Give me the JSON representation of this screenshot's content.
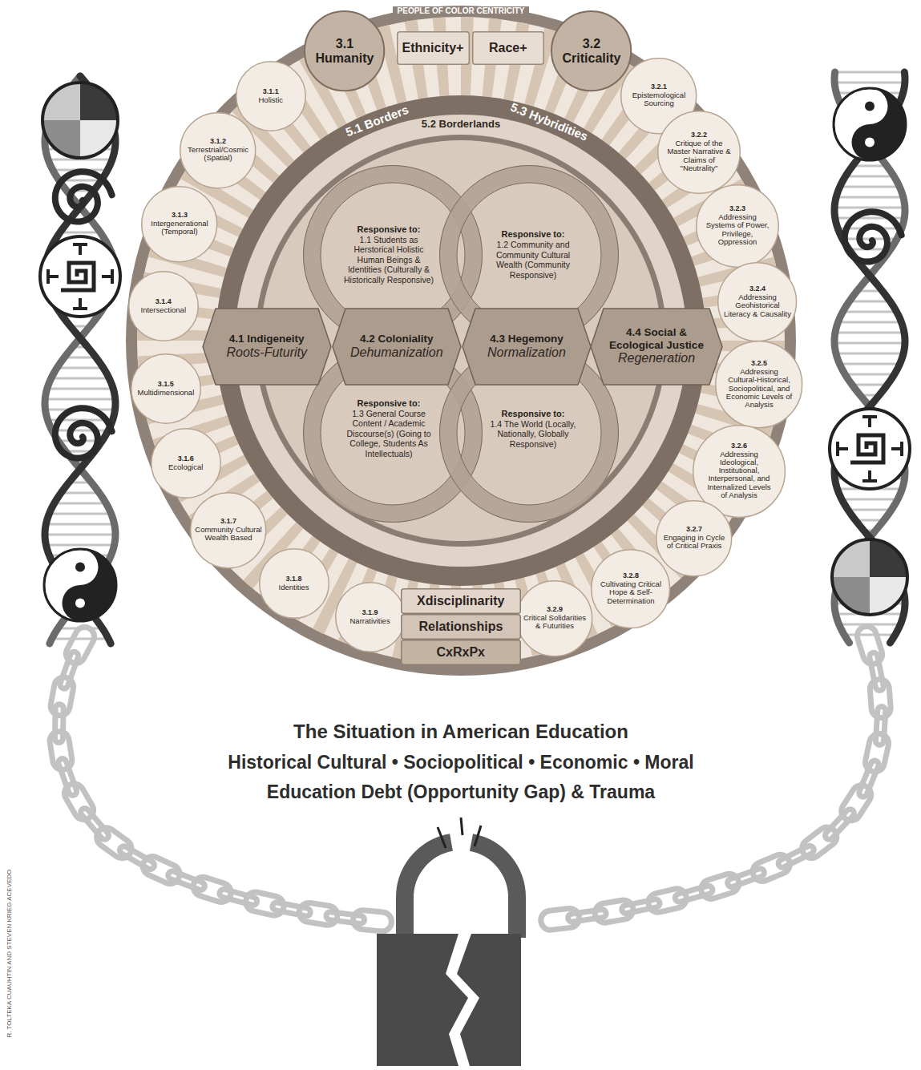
{
  "diagram": {
    "title": "The Situation in American Education",
    "nodes": [
      {
        "text": [
          "3.1 Humanity"
        ]
      },
      {
        "text": [
          "Ethnicity+"
        ]
      },
      {
        "text": [
          "Race+"
        ]
      },
      {
        "text": [
          "3.2 Criticality"
        ]
      },
      {
        "text": [
          "3.1.1",
          "Holistic"
        ]
      },
      {
        "text": [
          "3.1.2",
          "Terrestrial/Cosmic (Spatial)"
        ]
      },
      {
        "text": [
          "3.1.3",
          "Intergenerational (Temporal)"
        ]
      },
      {
        "text": [
          "3.1.4",
          "Intersectional"
        ]
      },
      {
        "text": [
          "3.1.5",
          "Multidimensional"
        ]
      },
      {
        "text": [
          "3.1.6",
          "Ecological"
        ]
      },
      {
        "text": [
          "3.1.7",
          "Community Cultural Wealth Based"
        ]
      },
      {
        "text": [
          "3.1.8",
          "Identities"
        ]
      },
      {
        "text": [
          "3.1.9",
          "Narrativities"
        ]
      },
      {
        "text": [
          "3.2.1",
          "Epistemological Sourcing"
        ]
      },
      {
        "text": [
          "3.2.2",
          "Critique of the Master Narrative & Claims of \"Neutrality\""
        ]
      },
      {
        "text": [
          "3.2.3",
          "Addressing Systems of Power, Privilege, Oppression"
        ]
      },
      {
        "text": [
          "3.2.4",
          "Addressing Geohistorical Literacy & Causality"
        ]
      },
      {
        "text": [
          "3.2.5",
          "Addressing Cultural-Historical, Sociopolitical, and Economic Levels of Analysis"
        ]
      },
      {
        "text": [
          "3.2.6",
          "Addressing Ideological, Institutional, Interpersonal, and Internalized Levels of Analysis"
        ]
      },
      {
        "text": [
          "3.2.7",
          "Engaging in Cycle of Critical Praxis"
        ]
      },
      {
        "text": [
          "3.2.8",
          "Cultivating Critical Hope & Self-Determination"
        ]
      },
      {
        "text": [
          "3.2.9",
          "Critical Solidarities & Futurities"
        ]
      },
      {
        "text": [
          "Responsive to:",
          "1.1 Students as Herstorical Holistic Human Beings & Identities (Culturally & Historically Responsive)"
        ]
      },
      {
        "text": [
          "Responsive to:",
          "1.2 Community and Community Cultural Wealth (Community Responsive)"
        ]
      },
      {
        "text": [
          "Responsive to:",
          "1.3 General Course Content / Academic Discourse(s) (Going to College, Students As Intellectuals)"
        ]
      },
      {
        "text": [
          "Responsive to:",
          "1.4 The World (Locally, Nationally, Globally Responsive)"
        ]
      },
      {
        "text": [
          "4.1 Indigeneity",
          "Roots-Futurity"
        ]
      },
      {
        "text": [
          "4.2 Coloniality",
          "Dehumanization"
        ]
      },
      {
        "text": [
          "4.3 Hegemony",
          "Normalization"
        ]
      },
      {
        "text": [
          "4.4 Social & Ecological Justice",
          "Regeneration"
        ]
      },
      {
        "text": [
          "Xdisciplinarity"
        ]
      },
      {
        "text": [
          "Relationships"
        ]
      },
      {
        "text": [
          "CxRxPx"
        ]
      }
    ],
    "labels": [
      "PEOPLE OF COLOR CENTRICITY",
      "5.1 Borders",
      "5.2 Borderlands",
      "5.3 Hybridities",
      "Historical Cultural • Sociopolitical • Economic • Moral",
      "Education Debt (Opportunity Gap) & Trauma",
      "R. TOLTEKA CUAUHTIN AND STEVEN KRIEG ACEVEDO"
    ]
  }
}
